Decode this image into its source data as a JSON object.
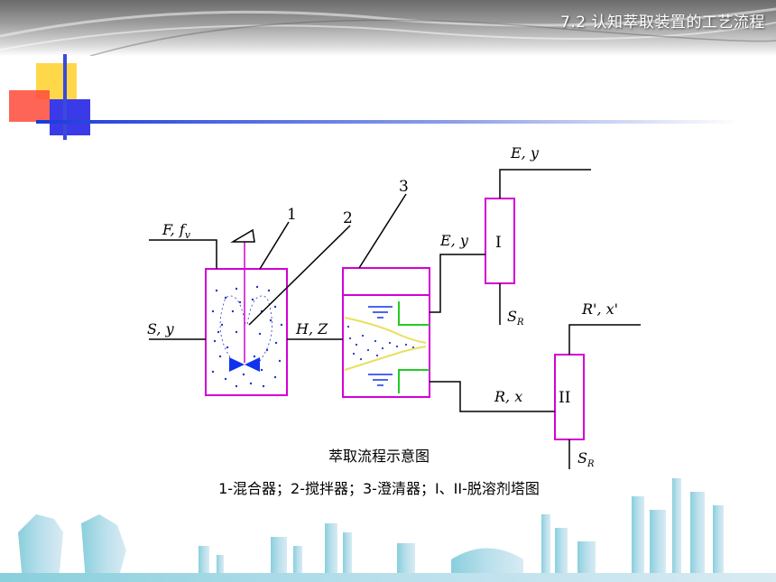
{
  "header": {
    "title": "7.2 认知萃取装置的工艺流程"
  },
  "diagram": {
    "caption_title": "萃取流程示意图",
    "caption_legend": "1-混合器；2-搅拌器；3-澄清器；I、II-脱溶剂塔图",
    "labels": {
      "feed_in": "F, f",
      "feed_sub": "v",
      "solvent_in": "S, y",
      "mix_out": "H, Z",
      "extract": "E, y",
      "extract_top": "E, y",
      "raffinate": "R, x",
      "raffinate_top": "R', x'",
      "s_bottom_1": "S",
      "s_bottom_1_sub": "R",
      "s_bottom_2": "S",
      "s_bottom_2_sub": "R"
    },
    "numbers": {
      "n1": "1",
      "n2": "2",
      "n3": "3"
    },
    "towers": {
      "t1": "I",
      "t2": "II"
    },
    "colors": {
      "vessel": "#d400d4",
      "dots": "#2233cc",
      "green": "#22cc22",
      "yellow": "#e8e060",
      "impeller": "#1133ee"
    }
  }
}
